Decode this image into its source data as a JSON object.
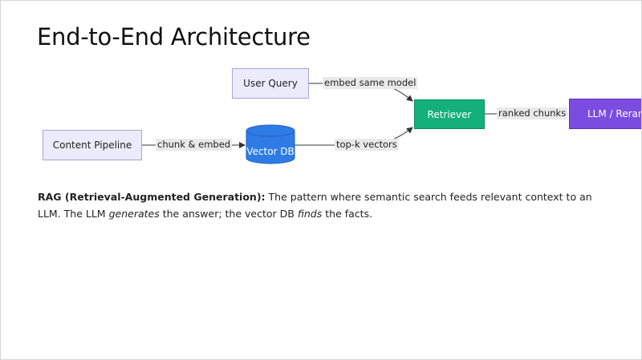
{
  "slide": {
    "title": "End-to-End Architecture"
  },
  "diagram": {
    "nodes": {
      "user_query": "User Query",
      "content_pipeline": "Content Pipeline",
      "vector_db": "Vector DB",
      "retriever": "Retriever",
      "llm_reranker": "LLM / Reranke"
    },
    "edges": {
      "query_to_retriever": "embed same model",
      "pipeline_to_vectordb": "chunk & embed",
      "vectordb_to_retriever": "top-k vectors",
      "retriever_to_llm": "ranked chunks"
    },
    "colors": {
      "input_node_fill": "#ecebfb",
      "retriever_fill": "#13b07c",
      "vector_db_fill": "#2f7be6",
      "llm_fill": "#7a4de0"
    }
  },
  "caption": {
    "term": "RAG (Retrieval-Augmented Generation):",
    "text_1": " The pattern where semantic search feeds relevant context to an LLM. The LLM ",
    "emph_1": "generates",
    "text_2": " the answer; the vector DB ",
    "emph_2": "finds",
    "text_3": " the facts."
  }
}
